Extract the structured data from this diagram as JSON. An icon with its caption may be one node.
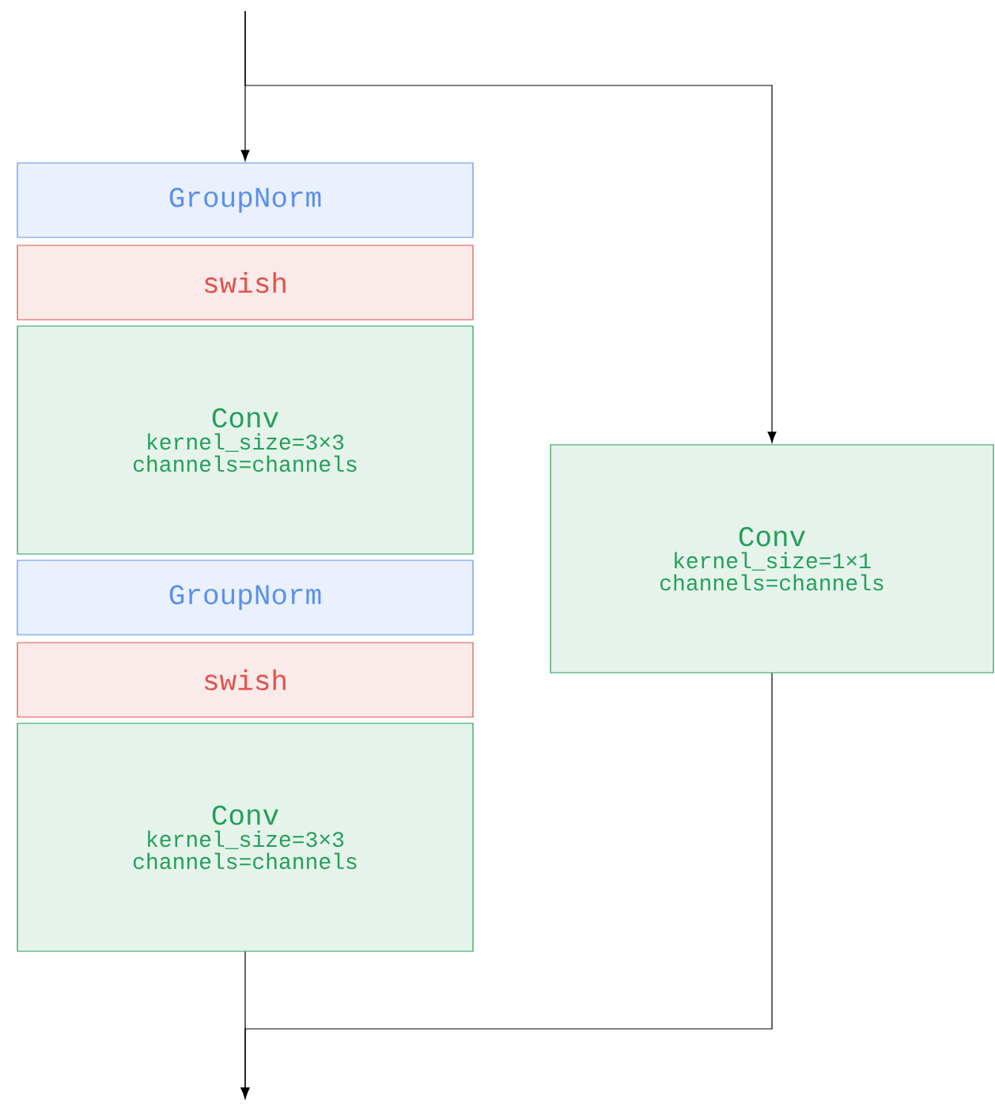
{
  "diagram": {
    "nodes": [
      {
        "text": [
          "GroupNorm"
        ]
      },
      {
        "text": [
          "swish"
        ]
      },
      {
        "text": [
          "Conv",
          "kernel_size=3×3",
          "channels=channels"
        ]
      },
      {
        "text": [
          "GroupNorm"
        ]
      },
      {
        "text": [
          "swish"
        ]
      },
      {
        "text": [
          "Conv",
          "kernel_size=3×3",
          "channels=channels"
        ]
      },
      {
        "text": [
          "Conv",
          "kernel_size=1×1",
          "channels=channels"
        ]
      }
    ],
    "edges": [
      {
        "from": null,
        "to": 0,
        "arrow": "to"
      },
      {
        "from": null,
        "to": 6,
        "arrow": "to"
      },
      {
        "from": 5,
        "to": null,
        "arrow": "to"
      },
      {
        "from": 6,
        "to": null,
        "arrow": "to"
      }
    ]
  }
}
